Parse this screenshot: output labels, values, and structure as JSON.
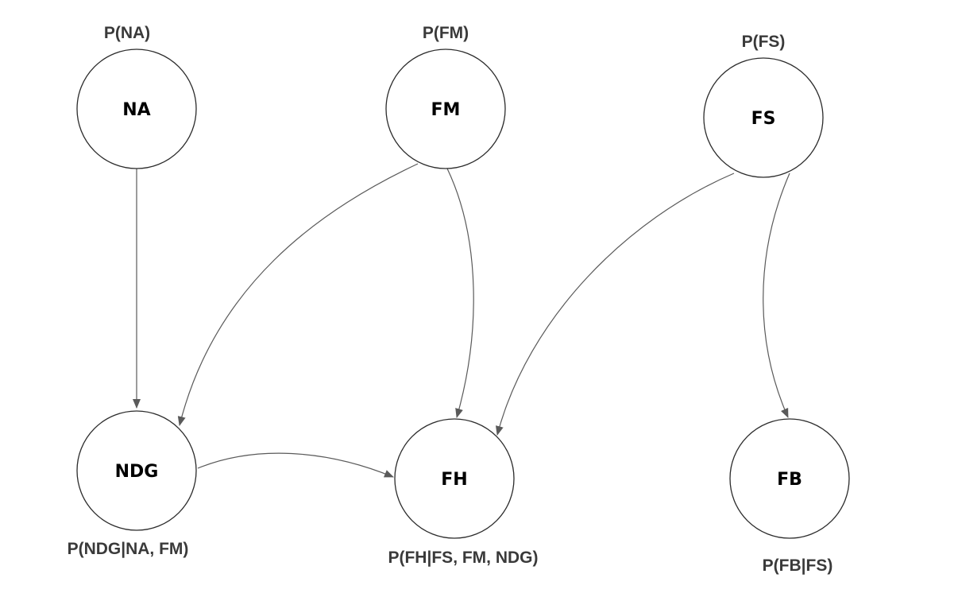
{
  "nodes": {
    "na": {
      "label": "NA",
      "prob": "P(NA)"
    },
    "fm": {
      "label": "FM",
      "prob": "P(FM)"
    },
    "fs": {
      "label": "FS",
      "prob": "P(FS)"
    },
    "ndg": {
      "label": "NDG",
      "prob": "P(NDG|NA, FM)"
    },
    "fh": {
      "label": "FH",
      "prob": "P(FH|FS, FM, NDG)"
    },
    "fb": {
      "label": "FB",
      "prob": "P(FB|FS)"
    }
  },
  "edges": [
    {
      "from": "NA",
      "to": "NDG"
    },
    {
      "from": "FM",
      "to": "NDG"
    },
    {
      "from": "FM",
      "to": "FH"
    },
    {
      "from": "FS",
      "to": "FH"
    },
    {
      "from": "FS",
      "to": "FB"
    },
    {
      "from": "NDG",
      "to": "FH"
    }
  ],
  "colors": {
    "node_stroke": "#2b2b2b",
    "edge_stroke": "#5a5a5a",
    "prob_text": "#3a3a3a",
    "node_text": "#000000"
  }
}
